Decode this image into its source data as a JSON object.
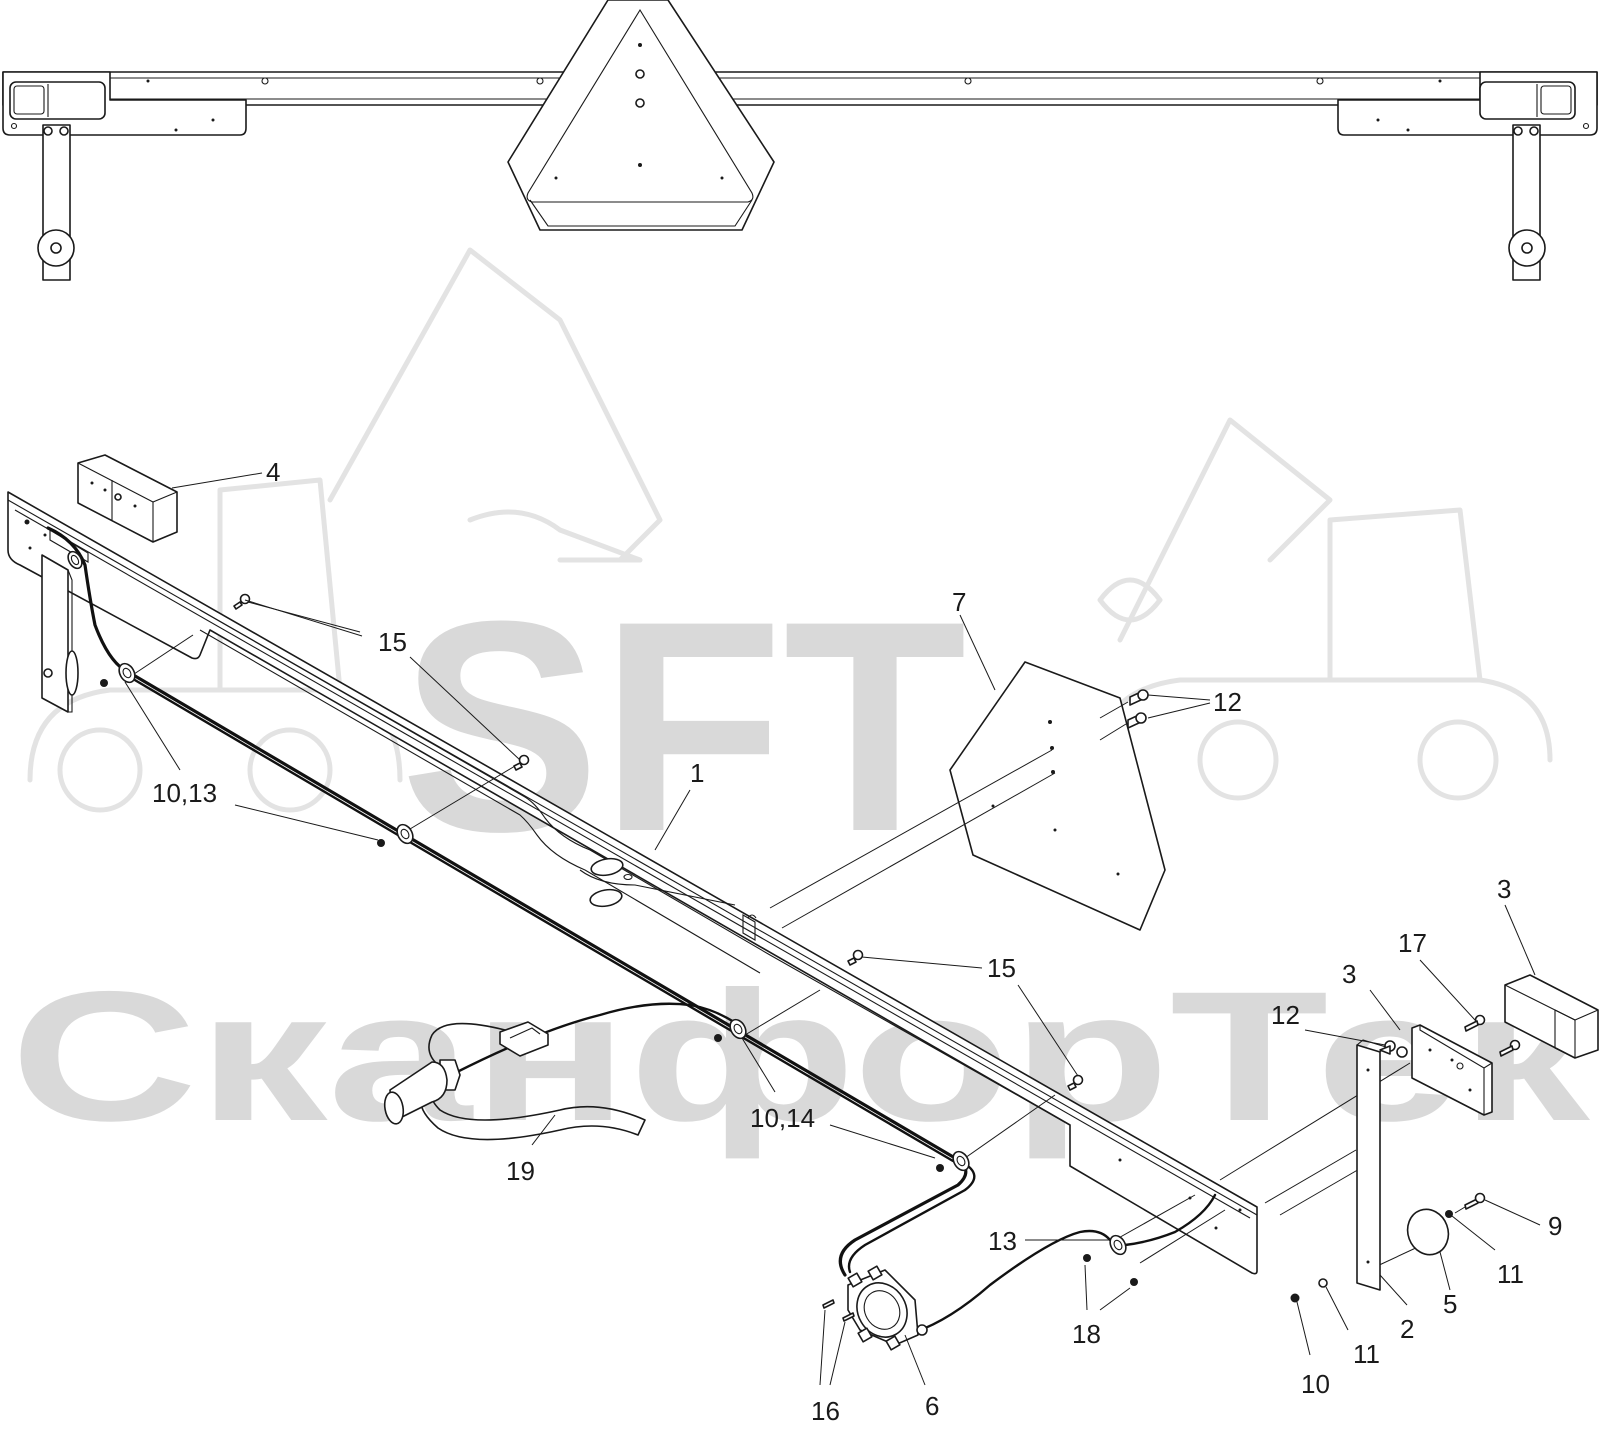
{
  "watermark": {
    "brand": "SFT",
    "company": "СканфорТек",
    "color": "#d9d9d9"
  },
  "callouts": {
    "c1": "1",
    "c2": "2",
    "c3a": "3",
    "c3b": "3",
    "c4": "4",
    "c5": "5",
    "c6": "6",
    "c7": "7",
    "c9": "9",
    "c10": "10",
    "c10_13": "10,13",
    "c10_14": "10,14",
    "c11a": "11",
    "c11b": "11",
    "c12a": "12",
    "c12b": "12",
    "c13": "13",
    "c15a": "15",
    "c15b": "15",
    "c16": "16",
    "c17": "17",
    "c18": "18",
    "c19": "19"
  },
  "colors": {
    "line": "#1a1a1a",
    "background": "#ffffff"
  }
}
